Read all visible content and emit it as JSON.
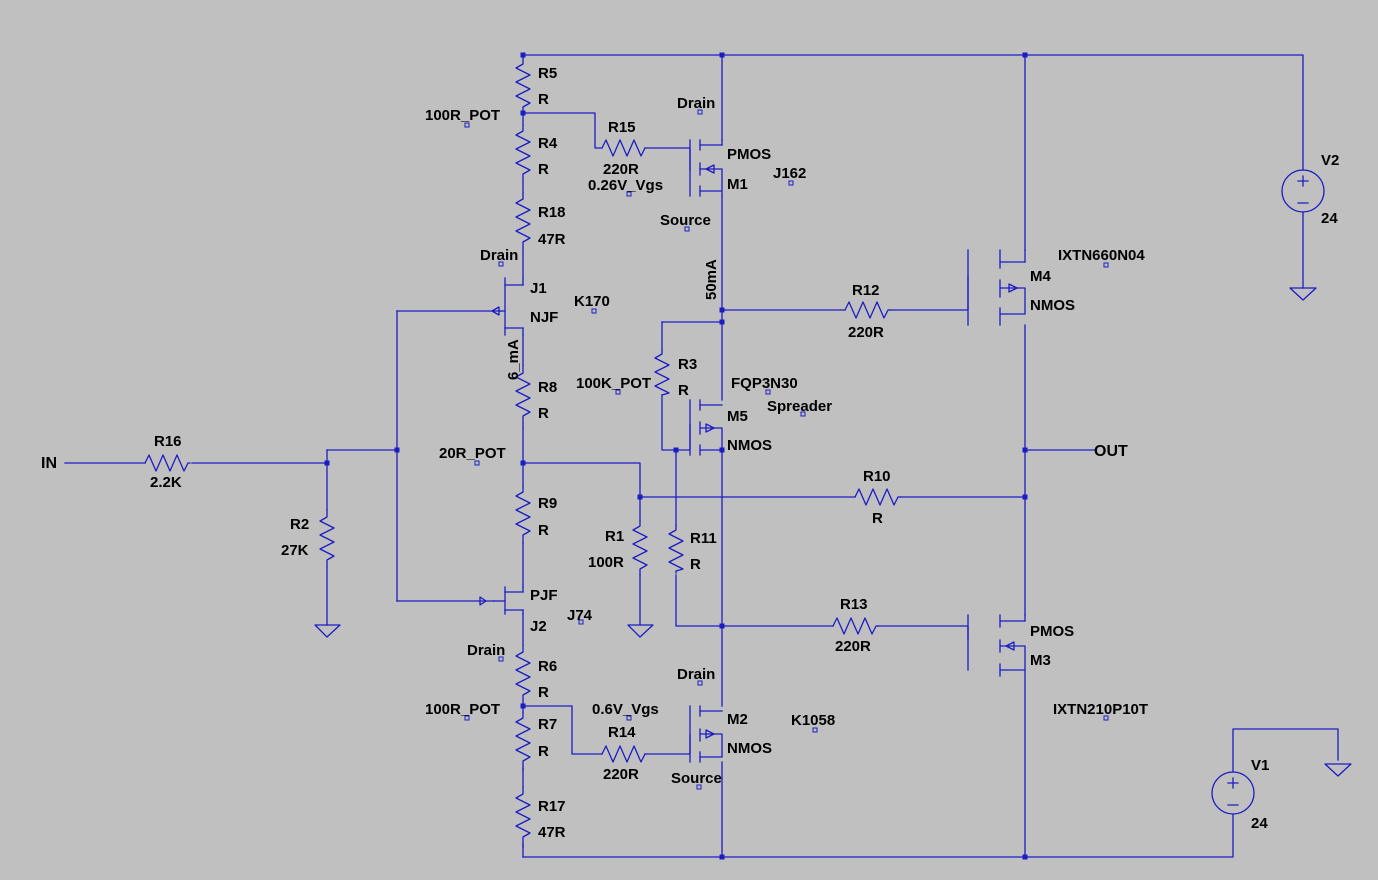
{
  "components": {
    "R1": {
      "ref": "R1",
      "value": "100R"
    },
    "R2": {
      "ref": "R2",
      "value": "27K"
    },
    "R3": {
      "ref": "R3",
      "value": "R"
    },
    "R4": {
      "ref": "R4",
      "value": "R"
    },
    "R5": {
      "ref": "R5",
      "value": "R"
    },
    "R6": {
      "ref": "R6",
      "value": "R"
    },
    "R7": {
      "ref": "R7",
      "value": "R"
    },
    "R8": {
      "ref": "R8",
      "value": "R"
    },
    "R9": {
      "ref": "R9",
      "value": "R"
    },
    "R10": {
      "ref": "R10",
      "value": "R"
    },
    "R11": {
      "ref": "R11",
      "value": "R"
    },
    "R12": {
      "ref": "R12",
      "value": "220R"
    },
    "R13": {
      "ref": "R13",
      "value": "220R"
    },
    "R14": {
      "ref": "R14",
      "value": "220R"
    },
    "R15": {
      "ref": "R15",
      "value": "220R"
    },
    "R16": {
      "ref": "R16",
      "value": "2.2K"
    },
    "R17": {
      "ref": "R17",
      "value": "47R"
    },
    "R18": {
      "ref": "R18",
      "value": "47R"
    },
    "M1": {
      "ref": "M1",
      "type": "PMOS"
    },
    "M2": {
      "ref": "M2",
      "type": "NMOS"
    },
    "M3": {
      "ref": "M3",
      "type": "PMOS"
    },
    "M4": {
      "ref": "M4",
      "type": "NMOS"
    },
    "M5": {
      "ref": "M5",
      "type": "NMOS"
    },
    "J1": {
      "ref": "J1",
      "type": "NJF"
    },
    "J2": {
      "ref": "J2",
      "type": "PJF"
    },
    "V1": {
      "ref": "V1",
      "value": "24"
    },
    "V2": {
      "ref": "V2",
      "value": "24"
    }
  },
  "nets": {
    "in": "IN",
    "out": "OUT"
  },
  "labels": {
    "pot_top": "100R_POT",
    "pot_mid": "20R_POT",
    "pot_bot": "100R_POT",
    "pot_spreader": "100K_POT",
    "drain_m1": "Drain",
    "source_m1": "Source",
    "vgs_m1": "0.26V_Vgs",
    "j162": "J162",
    "drain_j1": "Drain",
    "k170": "K170",
    "current_j1": "6_mA",
    "current_m1": "50mA",
    "fqp3n30": "FQP3N30",
    "spreader": "Spreader",
    "ixtn660n04": "IXTN660N04",
    "j74": "J74",
    "drain_j2": "Drain",
    "drain_m2": "Drain",
    "source_m2": "Source",
    "vgs_m2": "0.6V_Vgs",
    "k1058": "K1058",
    "ixtn210p10t": "IXTN210P10T"
  }
}
